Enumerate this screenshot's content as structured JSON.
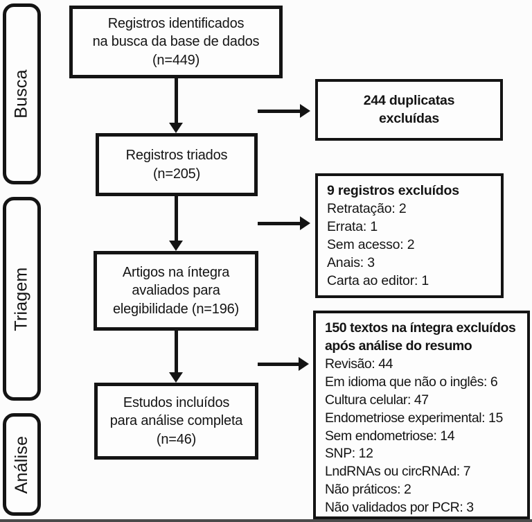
{
  "diagram": {
    "stage_labels": [
      {
        "label": "Busca"
      },
      {
        "label": "Triagem"
      },
      {
        "label": "Análise"
      }
    ],
    "flow_boxes": [
      {
        "lines": [
          "Registros identificados",
          "na busca da base de dados",
          "(n=449)"
        ]
      },
      {
        "lines": [
          "Registros triados",
          "(n=205)"
        ]
      },
      {
        "lines": [
          "Artigos na íntegra",
          "avaliados para",
          "elegibilidade (n=196)"
        ]
      },
      {
        "lines": [
          "Estudos incluídos",
          "para análise completa",
          "(n=46)"
        ]
      }
    ],
    "exclusion_boxes": [
      {
        "title_lines": [
          "244 duplicatas",
          "excluídas"
        ],
        "items": []
      },
      {
        "title_lines": [
          "9 registros excluídos"
        ],
        "items": [
          "Retratação: 2",
          "Errata: 1",
          "Sem acesso: 2",
          "Anais: 3",
          "Carta ao editor: 1"
        ]
      },
      {
        "title_lines": [
          "150 textos na íntegra excluídos",
          "após análise do resumo"
        ],
        "items": [
          "Revisão: 44",
          "Em idioma que não o inglês: 6",
          "Cultura celular: 47",
          "Endometriose experimental: 15",
          "Sem endometriose: 14",
          "SNP: 12",
          "LndRNAs ou circRNAd: 7",
          "Não práticos: 2",
          "Não validados por PCR: 3"
        ]
      }
    ],
    "colors": {
      "ink": "#141414",
      "background": "#fcfcfc",
      "bottom_bar": "#4b4b4b"
    }
  }
}
